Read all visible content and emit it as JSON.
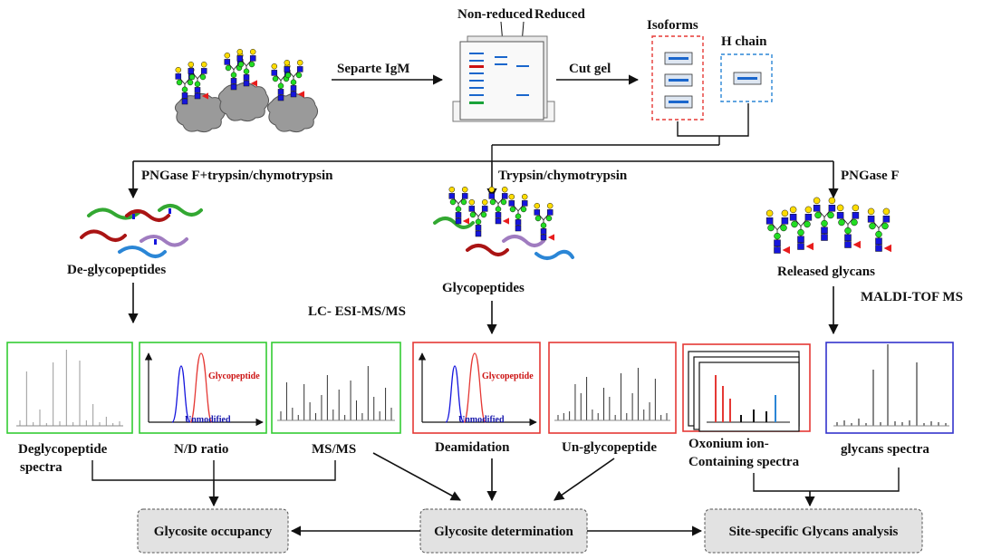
{
  "colors": {
    "green_box": "#33cc33",
    "red_box": "#e53935",
    "blue_box": "#3333cc",
    "gel_band": "#1a66cc",
    "gel_red": "#cc1111",
    "gel_green": "#1aa33a",
    "glycan_blue": "#1515dd",
    "glycan_green": "#22dd22",
    "glycan_yellow": "#ffdd00",
    "fucose_red": "#e81c1c",
    "peptide_green": "#33a832",
    "peptide_red": "#aa1414",
    "peptide_purple": "#a07cc0",
    "peptide_blue": "#2b86d6",
    "antibody_gray": "#9a9a9a",
    "final_box_fill": "#e2e2e2"
  },
  "top": {
    "separate_label": "Separte IgM",
    "gel_non_reduced_label": "Non-reduced",
    "gel_reduced_label": "Reduced",
    "cut_gel_label": "Cut gel",
    "isoforms_label": "Isoforms",
    "h_chain_label": "H chain"
  },
  "branches": {
    "left_label": "PNGase F+trypsin/chymotrypsin",
    "middle_label": "Trypsin/chymotrypsin",
    "right_label": "PNGase F"
  },
  "products": {
    "deglycopeptides": "De-glycopeptides",
    "glycopeptides": "Glycopeptides",
    "released_glycans": "Released glycans"
  },
  "methods": {
    "lc_esi": "LC- ESI-MS/MS",
    "maldi": "MALDI-TOF MS"
  },
  "panels": {
    "deglycopeptide_spectra": [
      "Deglycopeptide",
      "spectra"
    ],
    "nd_ratio": "N/D ratio",
    "msms": "MS/MS",
    "deamidation": "Deamidation",
    "unglycopeptide": "Un-glycopeptide",
    "oxonium": [
      "Oxonium ion-",
      "Containing spectra"
    ],
    "glycans_spectra": "glycans spectra",
    "peak_glycopeptide": "Glycopeptide",
    "peak_unmodified": "Unmodified"
  },
  "final": {
    "occupancy": "Glycosite occupancy",
    "determination": "Glycosite determination",
    "site_specific": "Site-specific Glycans analysis"
  }
}
